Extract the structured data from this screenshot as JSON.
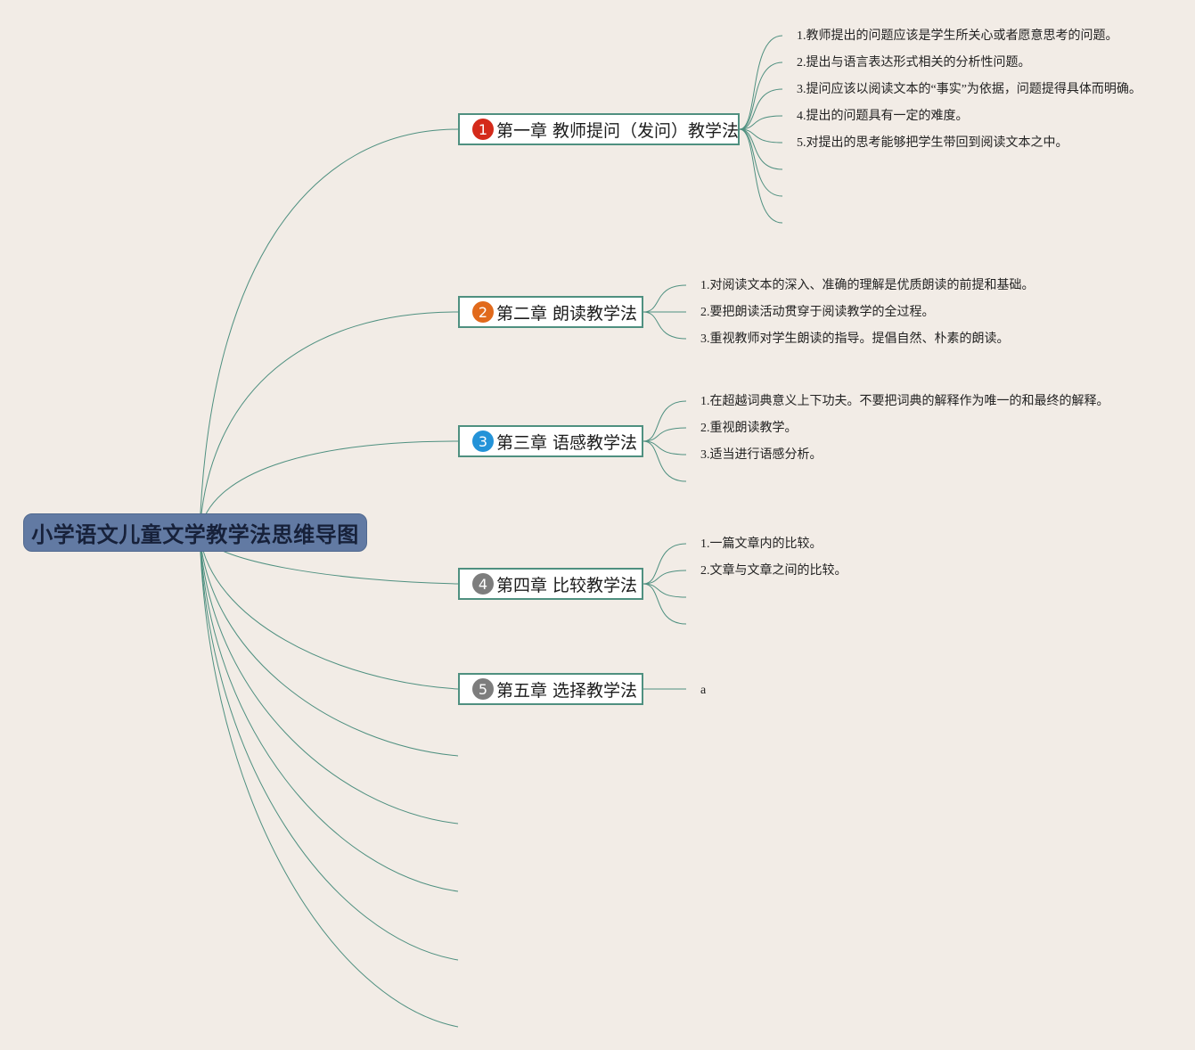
{
  "colors": {
    "background": "#f2ece6",
    "line": "#4f9080",
    "root_fill": "#627aa3",
    "badge_1": "#d42a1a",
    "badge_2": "#e16a1c",
    "badge_3": "#2493d8",
    "badge_4": "#7d7d7d",
    "badge_5": "#7d7d7d"
  },
  "root": {
    "label": "小学语文儿童文学教学法思维导图"
  },
  "chapters": [
    {
      "number": "1",
      "label": "第一章 教师提问（发问）教学法",
      "leaves": [
        "1.教师提出的问题应该是学生所关心或者愿意思考的问题。",
        "2.提出与语言表达形式相关的分析性问题。",
        "3.提问应该以阅读文本的“事实”为依据，问题提得具体而明确。",
        "4.提出的问题具有一定的难度。",
        "5.对提出的思考能够把学生带回到阅读文本之中。"
      ]
    },
    {
      "number": "2",
      "label": "第二章 朗读教学法",
      "leaves": [
        "1.对阅读文本的深入、准确的理解是优质朗读的前提和基础。",
        "2.要把朗读活动贯穿于阅读教学的全过程。",
        "3.重视教师对学生朗读的指导。提倡自然、朴素的朗读。"
      ]
    },
    {
      "number": "3",
      "label": "第三章 语感教学法",
      "leaves": [
        "1.在超越词典意义上下功夫。不要把词典的解释作为唯一的和最终的解释。",
        "2.重视朗读教学。",
        "3.适当进行语感分析。"
      ]
    },
    {
      "number": "4",
      "label": "第四章 比较教学法",
      "leaves": [
        "1.一篇文章内的比较。",
        "2.文章与文章之间的比较。"
      ]
    },
    {
      "number": "5",
      "label": "第五章 选择教学法",
      "leaves": [
        "a"
      ]
    }
  ]
}
